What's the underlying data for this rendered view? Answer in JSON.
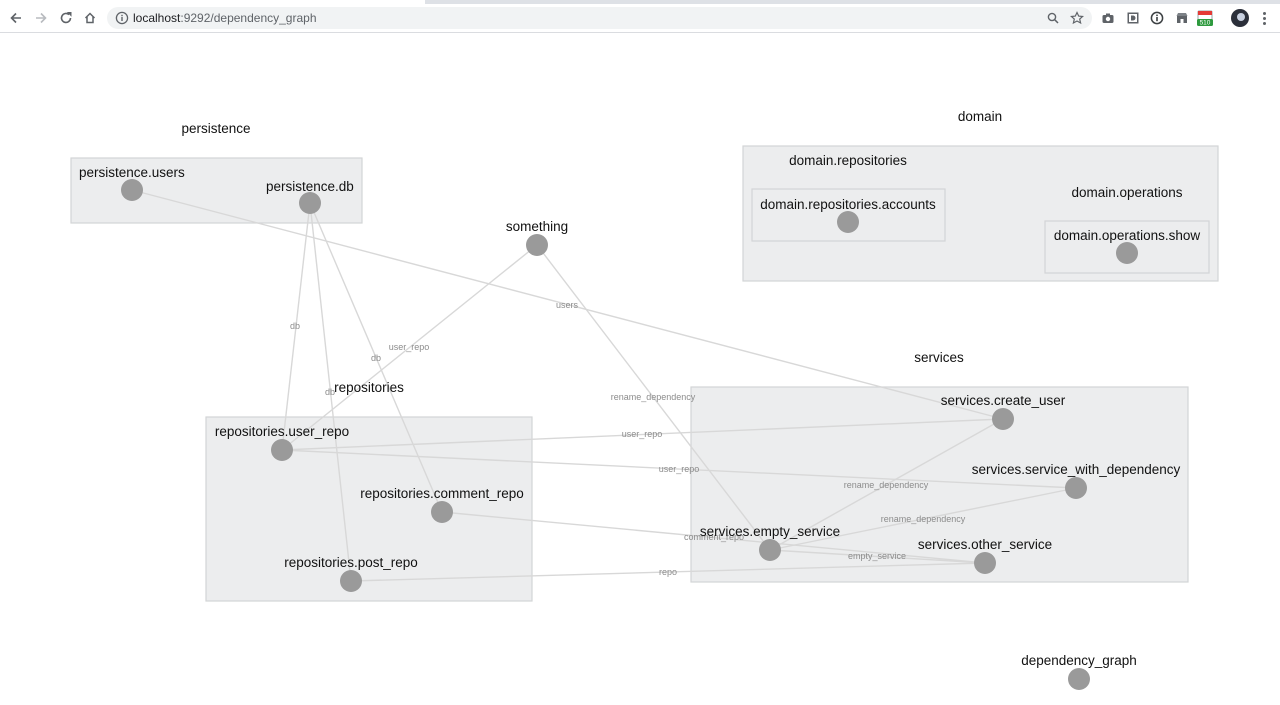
{
  "browser": {
    "url_host": "localhost",
    "url_path": ":9292/dependency_graph",
    "badge_count": "510"
  },
  "groups": [
    {
      "id": "persistence",
      "label": "persistence"
    },
    {
      "id": "domain",
      "label": "domain"
    },
    {
      "id": "domain_repositories",
      "label": "domain.repositories"
    },
    {
      "id": "domain_repositories_accounts",
      "label": "domain.repositories.accounts"
    },
    {
      "id": "domain_operations",
      "label": "domain.operations"
    },
    {
      "id": "domain_operations_show",
      "label": "domain.operations.show"
    },
    {
      "id": "repositories",
      "label": "repositories"
    },
    {
      "id": "services",
      "label": "services"
    }
  ],
  "nodes": [
    {
      "id": "persistence_users",
      "label": "persistence.users"
    },
    {
      "id": "persistence_db",
      "label": "persistence.db"
    },
    {
      "id": "something",
      "label": "something"
    },
    {
      "id": "domain_repositories_accounts",
      "label": "domain.repositories.accounts"
    },
    {
      "id": "domain_operations_show",
      "label": "domain.operations.show"
    },
    {
      "id": "repositories_user_repo",
      "label": "repositories.user_repo"
    },
    {
      "id": "repositories_comment_repo",
      "label": "repositories.comment_repo"
    },
    {
      "id": "repositories_post_repo",
      "label": "repositories.post_repo"
    },
    {
      "id": "services_create_user",
      "label": "services.create_user"
    },
    {
      "id": "services_service_with_dependency",
      "label": "services.service_with_dependency"
    },
    {
      "id": "services_empty_service",
      "label": "services.empty_service"
    },
    {
      "id": "services_other_service",
      "label": "services.other_service"
    },
    {
      "id": "dependency_graph",
      "label": "dependency_graph"
    }
  ],
  "edges": [
    {
      "from": "persistence_db",
      "to": "repositories_user_repo",
      "label": "db"
    },
    {
      "from": "persistence_db",
      "to": "repositories_comment_repo",
      "label": "db"
    },
    {
      "from": "persistence_db",
      "to": "repositories_post_repo",
      "label": "db"
    },
    {
      "from": "persistence_users",
      "to": "services_create_user",
      "label": "users"
    },
    {
      "from": "something",
      "to": "repositories_user_repo",
      "label": "user_repo"
    },
    {
      "from": "something",
      "to": "services_empty_service",
      "label": "rename_dependency"
    },
    {
      "from": "repositories_user_repo",
      "to": "services_create_user",
      "label": "user_repo"
    },
    {
      "from": "repositories_user_repo",
      "to": "services_service_with_dependency",
      "label": "user_repo"
    },
    {
      "from": "services_empty_service",
      "to": "services_create_user",
      "label": "rename_dependency"
    },
    {
      "from": "services_empty_service",
      "to": "services_service_with_dependency",
      "label": "rename_dependency"
    },
    {
      "from": "repositories_comment_repo",
      "to": "services_other_service",
      "label": "comment_repo"
    },
    {
      "from": "repositories_post_repo",
      "to": "services_other_service",
      "label": "repo"
    },
    {
      "from": "services_empty_service",
      "to": "services_other_service",
      "label": "empty_service"
    }
  ],
  "colors": {
    "node": "#9a9a9a",
    "group_fill": "#ecedee",
    "group_stroke": "#d3d4d6",
    "edge": "#d8d8d8",
    "edge_label": "#8c8c8c"
  }
}
